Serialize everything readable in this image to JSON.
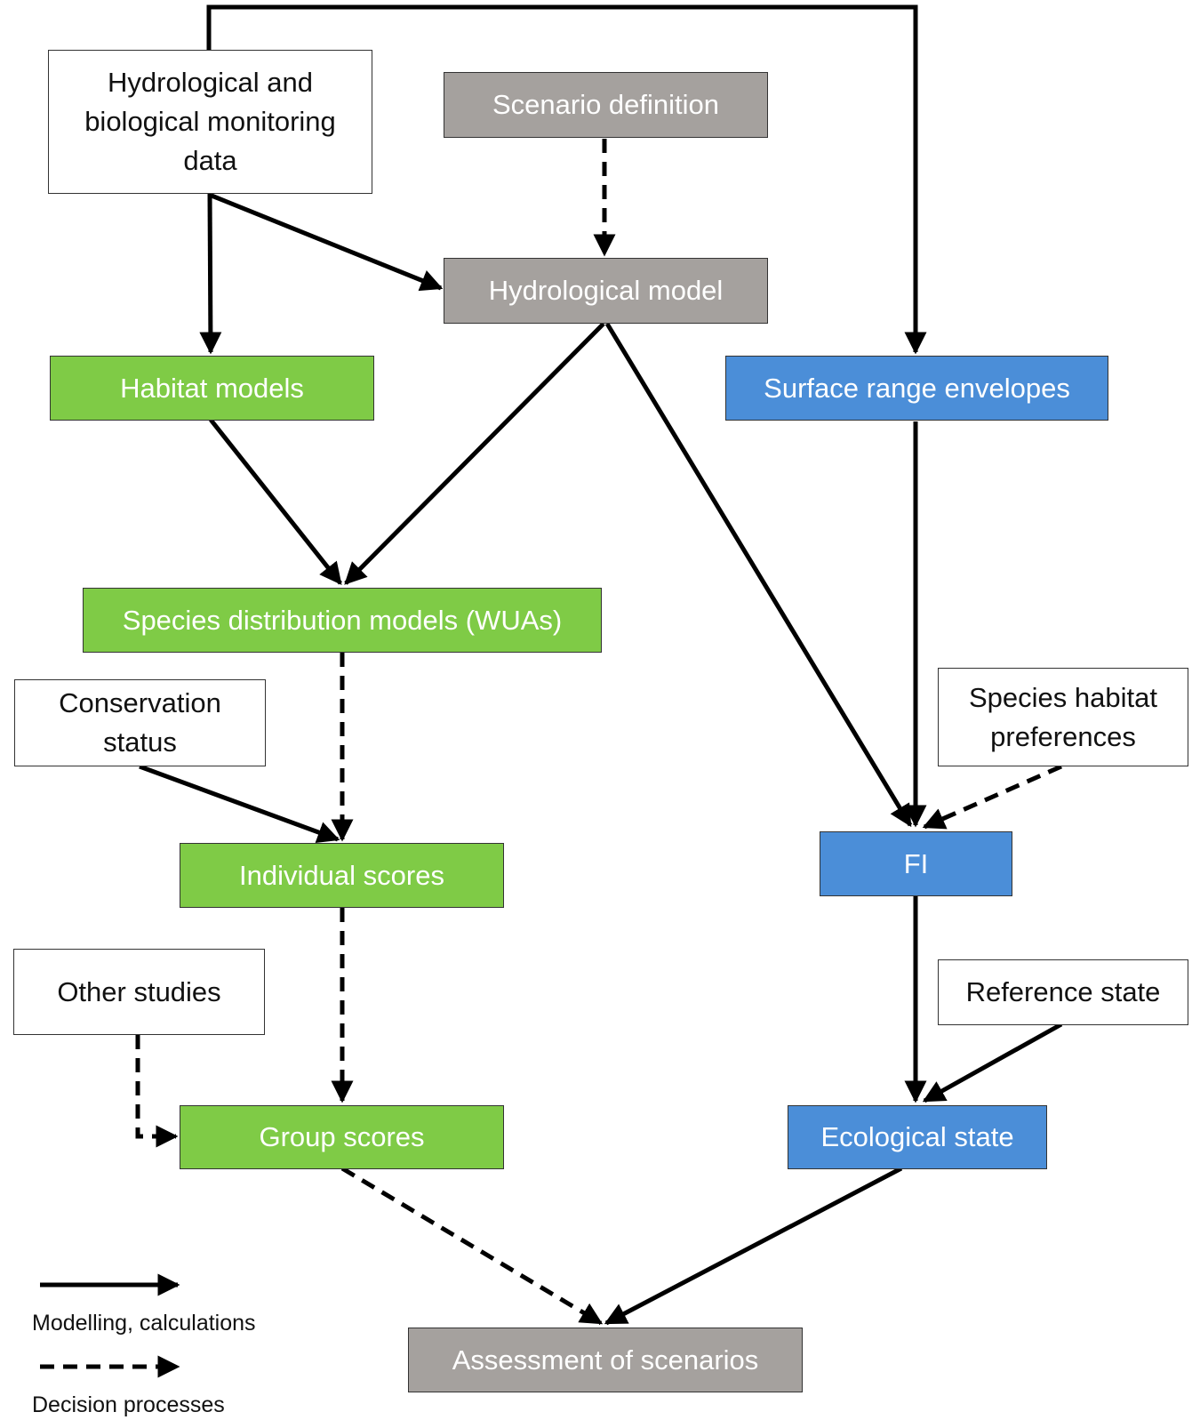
{
  "boxes": {
    "monitoring": "Hydrological and biological monitoring data",
    "scenario_definition": "Scenario definition",
    "hydrological_model": "Hydrological model",
    "habitat_models": "Habitat models",
    "surface_range_envelopes": "Surface range envelopes",
    "species_distribution_models": "Species distribution models (WUAs)",
    "conservation_status": "Conservation status",
    "species_habitat_preferences": "Species habitat preferences",
    "individual_scores": "Individual scores",
    "fi": "FI",
    "other_studies": "Other studies",
    "reference_state": "Reference state",
    "group_scores": "Group scores",
    "ecological_state": "Ecological state",
    "assessment_of_scenarios": "Assessment of scenarios"
  },
  "legend": {
    "solid_label": "Modelling, calculations",
    "dashed_label": "Decision processes"
  },
  "colors": {
    "gray": "#a5a19e",
    "green": "#7fcb46",
    "blue": "#4b8ed8",
    "white": "#ffffff",
    "line": "#000000"
  }
}
